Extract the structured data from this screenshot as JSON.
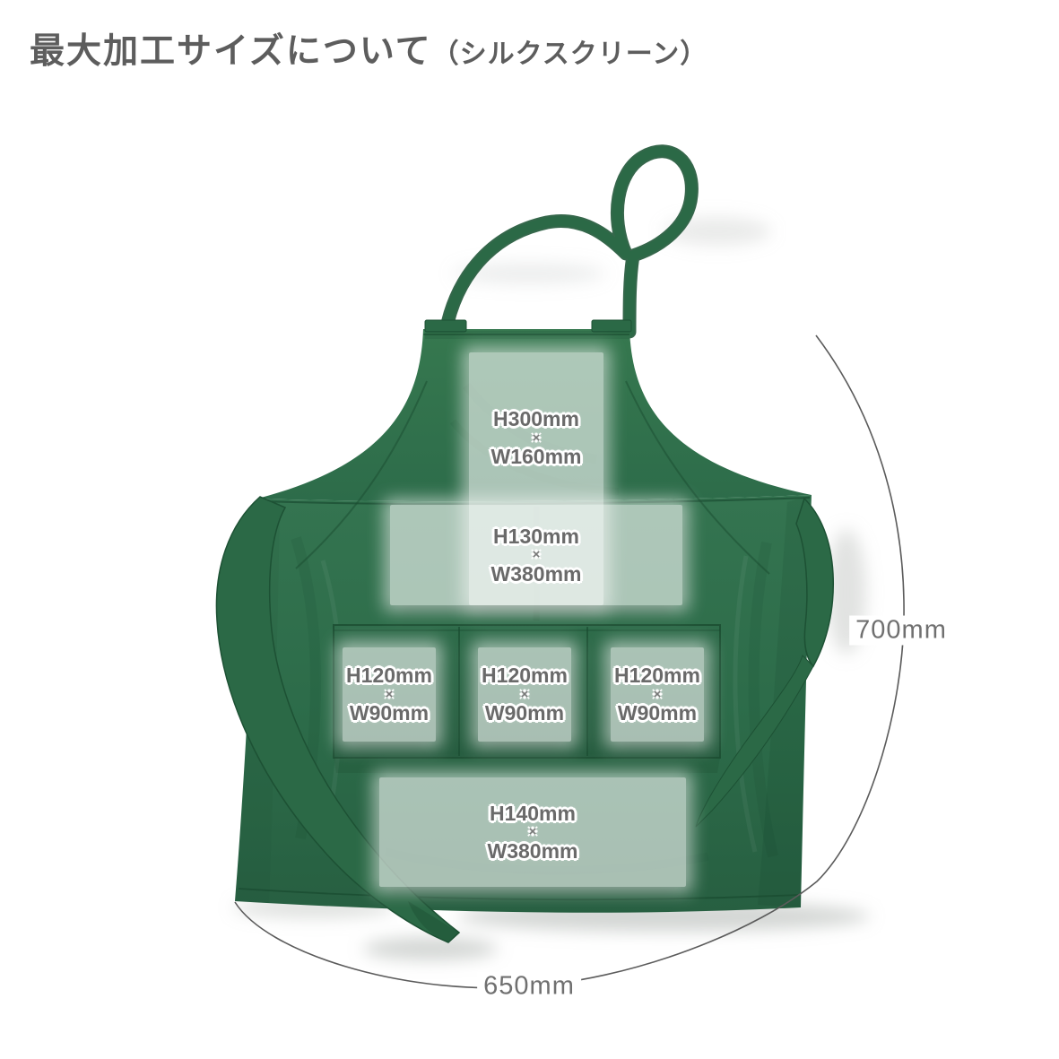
{
  "title": {
    "main": "最大加工サイズについて",
    "sub": "（シルクスクリーン）"
  },
  "print_areas": [
    {
      "id": "chest",
      "height": "H300mm",
      "times": "×",
      "width": "W160mm"
    },
    {
      "id": "waist-band",
      "height": "H130mm",
      "times": "×",
      "width": "W380mm"
    },
    {
      "id": "pocket-left",
      "height": "H120mm",
      "times": "×",
      "width": "W90mm"
    },
    {
      "id": "pocket-center",
      "height": "H120mm",
      "times": "×",
      "width": "W90mm"
    },
    {
      "id": "pocket-right",
      "height": "H120mm",
      "times": "×",
      "width": "W90mm"
    },
    {
      "id": "bottom",
      "height": "H140mm",
      "times": "×",
      "width": "W380mm"
    }
  ],
  "dimensions": {
    "height": "700mm",
    "width": "650mm"
  },
  "colors": {
    "apron_green": "#2e6f4c",
    "apron_green_dark": "#1d5134",
    "apron_green_light": "#37784f",
    "strap_green": "#2b6946",
    "stitch_green": "#1a4b30",
    "label_text": "#6a6a6a",
    "dimension_text": "#707070",
    "dimension_line": "#5b5b5b",
    "title_text": "#5d5d5d"
  }
}
